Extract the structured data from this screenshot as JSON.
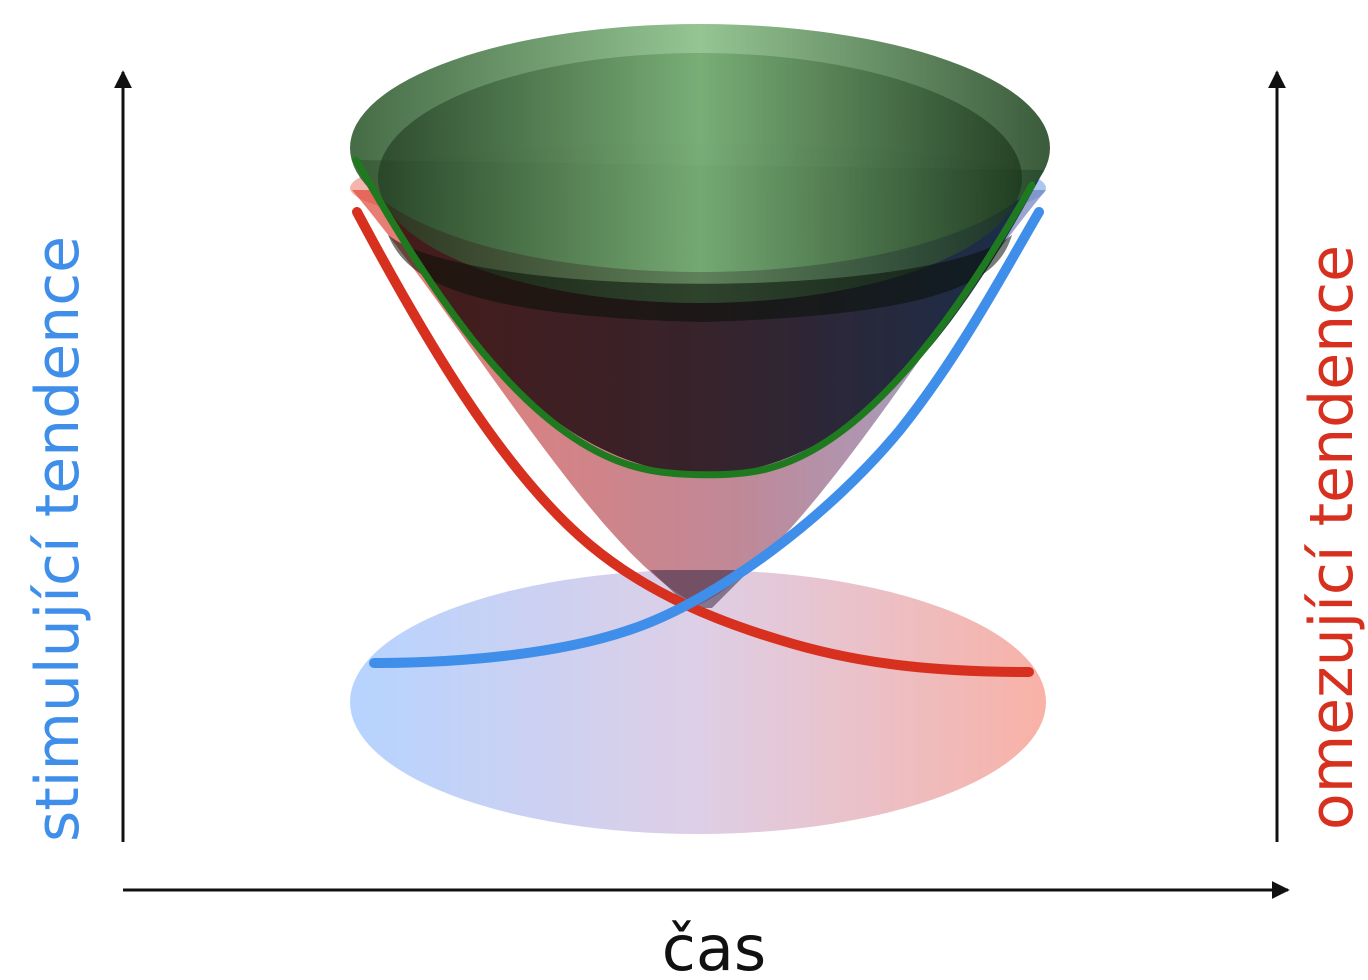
{
  "labels": {
    "left_axis": "stimulující tendence",
    "right_axis": "omezující tendence",
    "bottom_axis": "čas"
  },
  "colors": {
    "stimulating": "#3f8fea",
    "restraining": "#d7301f",
    "outcome": "#1f7a1f",
    "axis": "#111111"
  }
}
